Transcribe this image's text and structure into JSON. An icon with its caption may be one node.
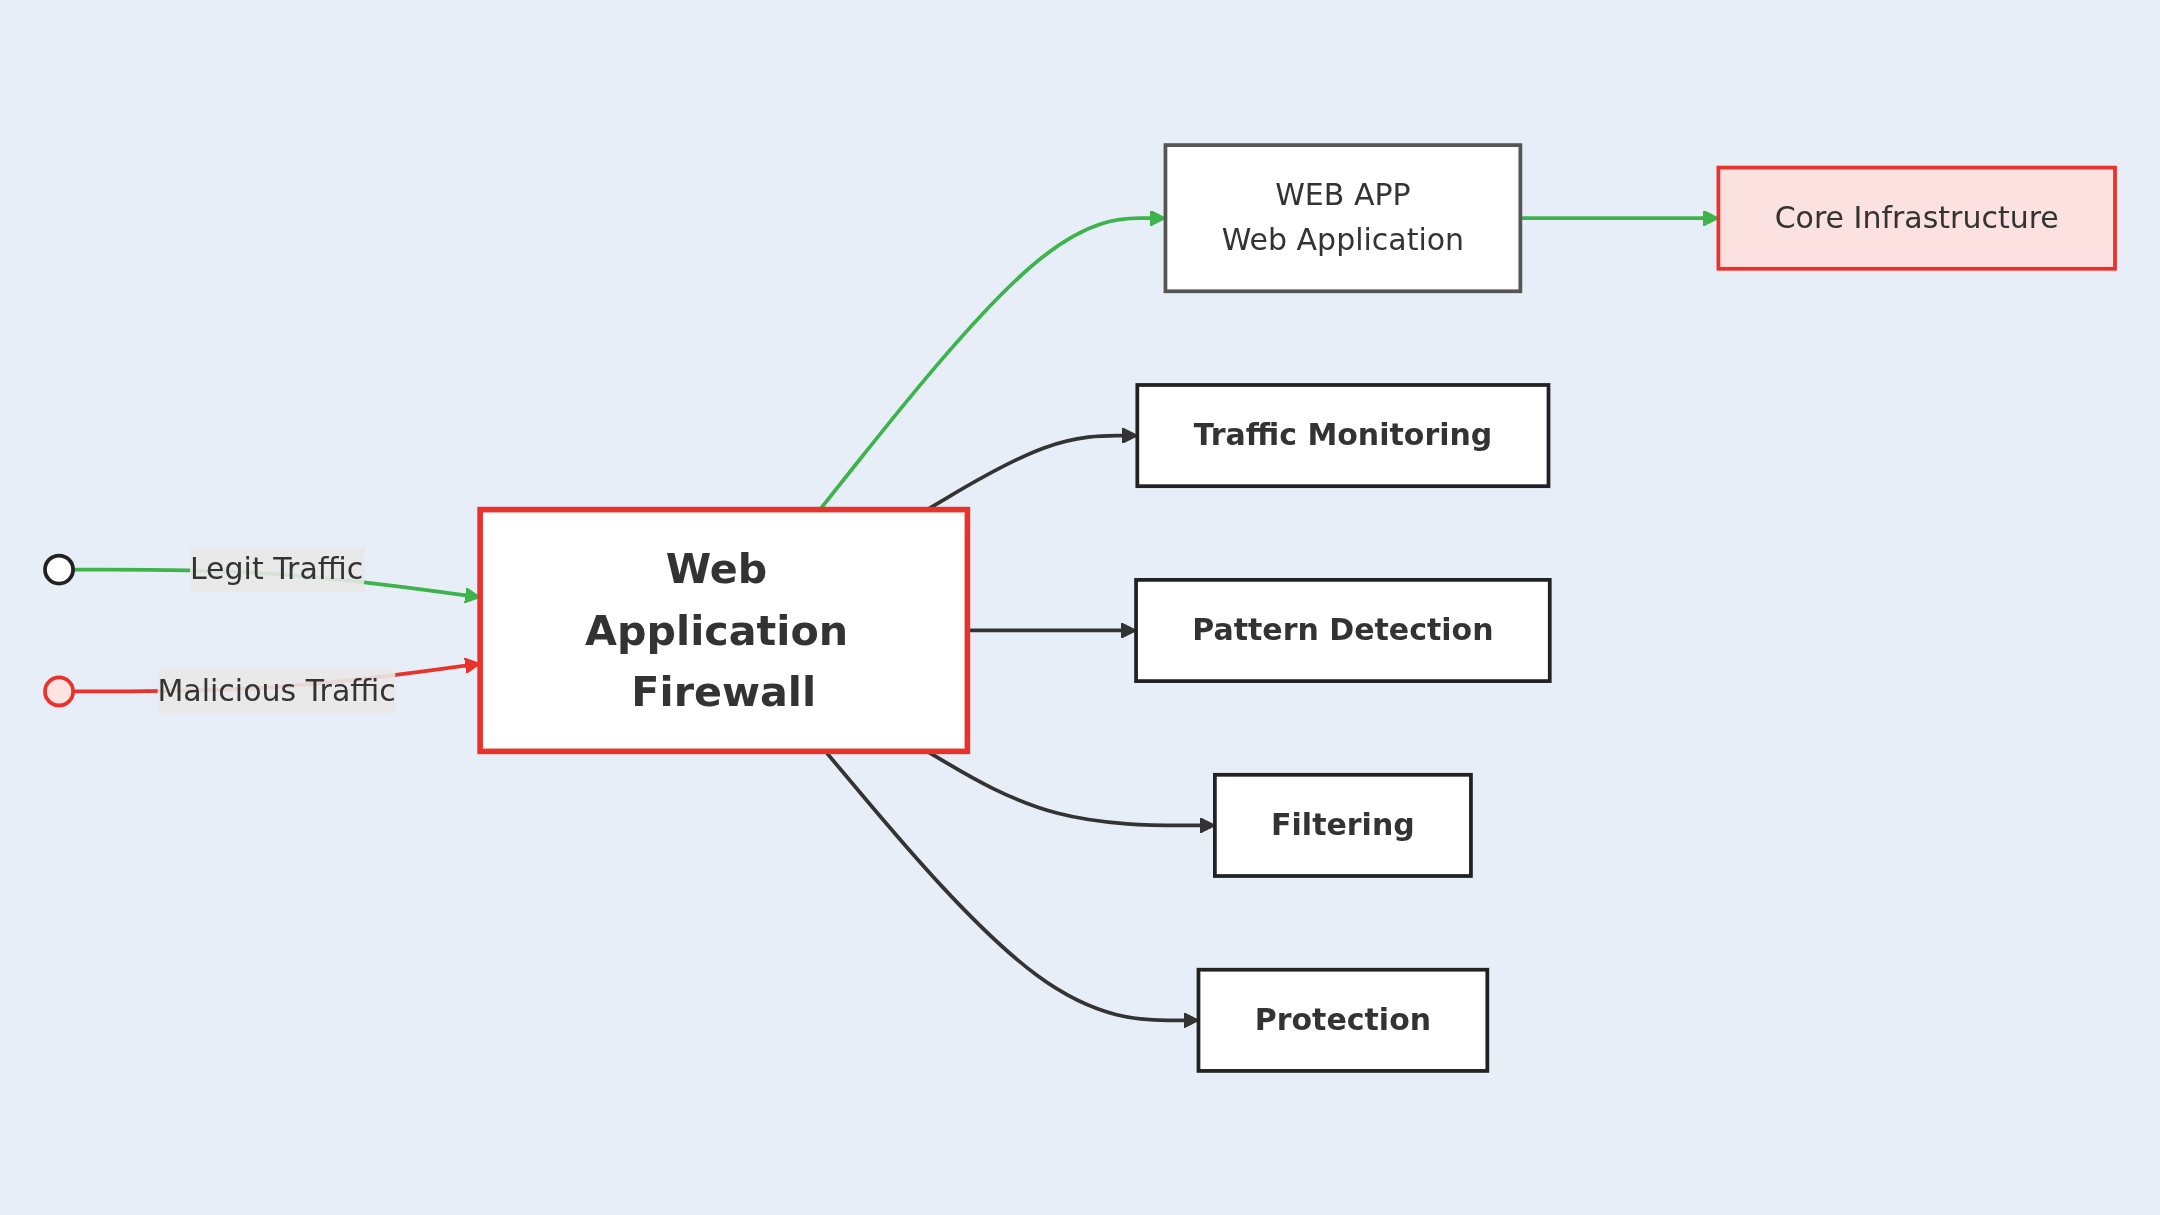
{
  "diagram": {
    "nodes": [
      {
        "text": [],
        "shape": "person"
      },
      {
        "text": [],
        "shape": "person"
      },
      {
        "text": [
          "Web Application Firewall"
        ]
      },
      {
        "text": [
          "WEB APP",
          "Web Application"
        ]
      },
      {
        "text": [
          "Core Infrastructure"
        ]
      },
      {
        "text": [
          "Traffic Monitoring"
        ]
      },
      {
        "text": [
          "Pattern Detection"
        ]
      },
      {
        "text": [
          "Filtering"
        ]
      },
      {
        "text": [
          "Protection"
        ]
      }
    ],
    "edges": [
      {
        "from": 0,
        "to": 2,
        "arrow": "to",
        "label": "Legit Traffic",
        "color": "#3cb44b"
      },
      {
        "from": 1,
        "to": 2,
        "arrow": "to",
        "label": "Malicious Traffic",
        "color": "#e8322b"
      },
      {
        "from": 2,
        "to": 3,
        "arrow": "to",
        "color": "#3cb44b"
      },
      {
        "from": 3,
        "to": 4,
        "arrow": "to",
        "color": "#3cb44b"
      },
      {
        "from": 2,
        "to": 5,
        "arrow": "to"
      },
      {
        "from": 2,
        "to": 6,
        "arrow": "to"
      },
      {
        "from": 2,
        "to": 7,
        "arrow": "to"
      },
      {
        "from": 2,
        "to": 8,
        "arrow": "to"
      }
    ]
  }
}
